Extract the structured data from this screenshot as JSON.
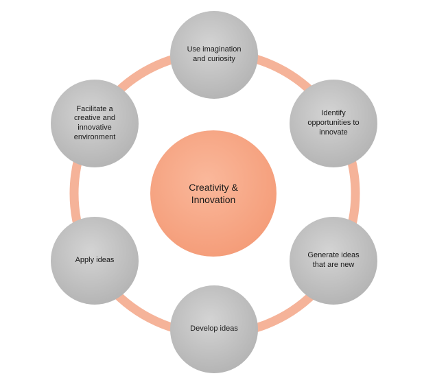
{
  "colors": {
    "ring": "#f5b399",
    "center_fill": "#f7a988",
    "node_fill": "#c4c4c4"
  },
  "center": {
    "label": "Creativity &\nInnovation"
  },
  "nodes": [
    {
      "label": "Use imagination\nand curiosity"
    },
    {
      "label": "Identify\nopportunities to\ninnovate"
    },
    {
      "label": "Generate ideas\nthat are new"
    },
    {
      "label": "Develop ideas"
    },
    {
      "label": "Apply ideas"
    },
    {
      "label": "Facilitate a\ncreative and\ninnovative\nenvironment"
    }
  ]
}
